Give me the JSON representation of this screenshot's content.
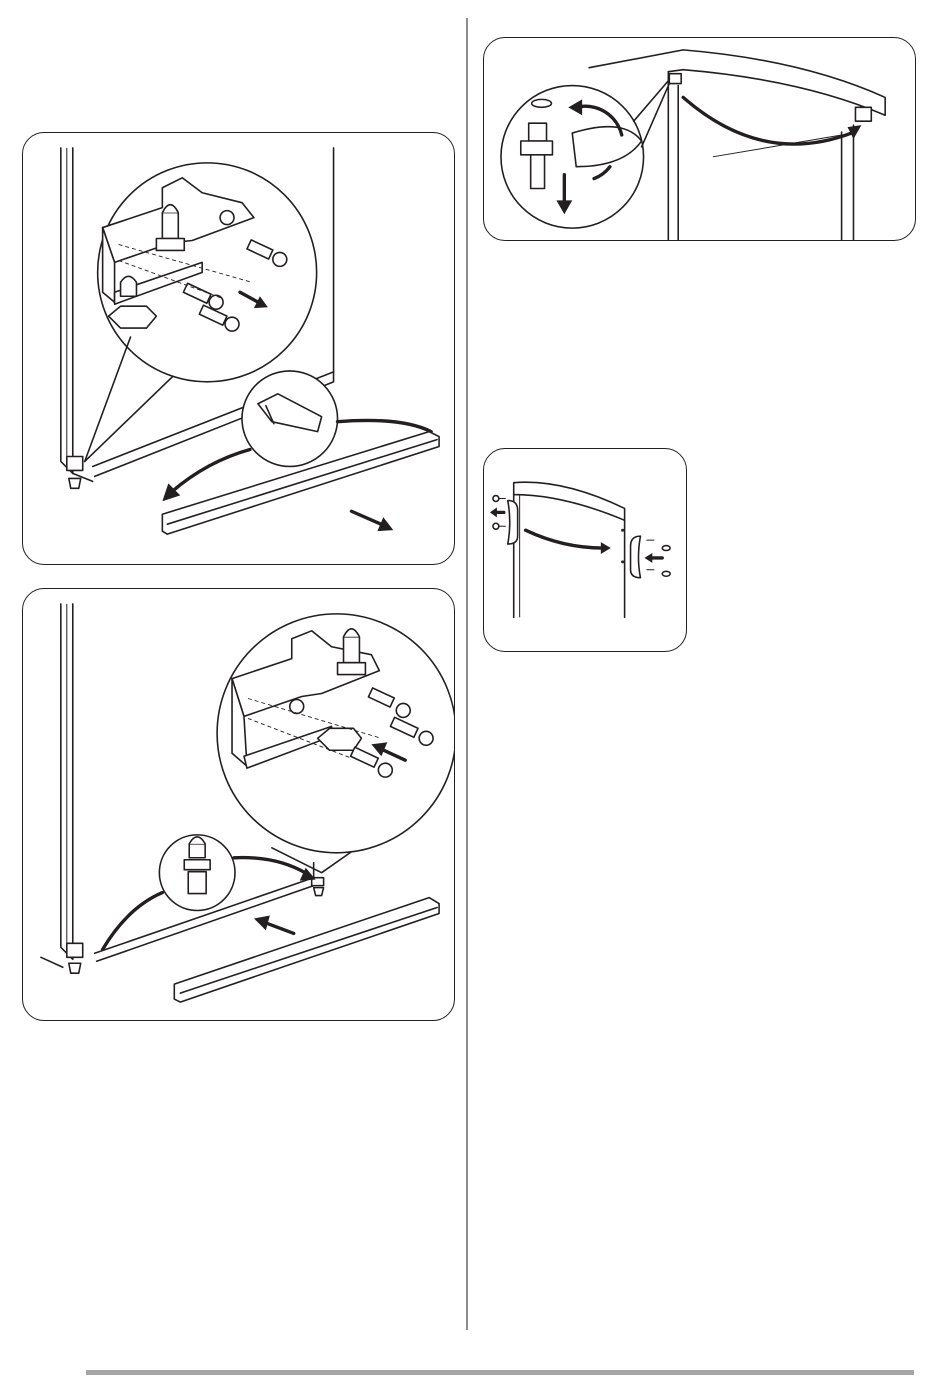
{
  "colors": {
    "line": "#231f20",
    "divider": "#8c8c8c",
    "footer": "#a6a6a6",
    "background": "#ffffff"
  },
  "figures": [
    {
      "id": "fig-remove-bottom-hinge",
      "text": ""
    },
    {
      "id": "fig-refit-bottom-hinge",
      "text": ""
    },
    {
      "id": "fig-unscrew-top-pin",
      "text": ""
    },
    {
      "id": "fig-swap-handle",
      "text": ""
    }
  ]
}
